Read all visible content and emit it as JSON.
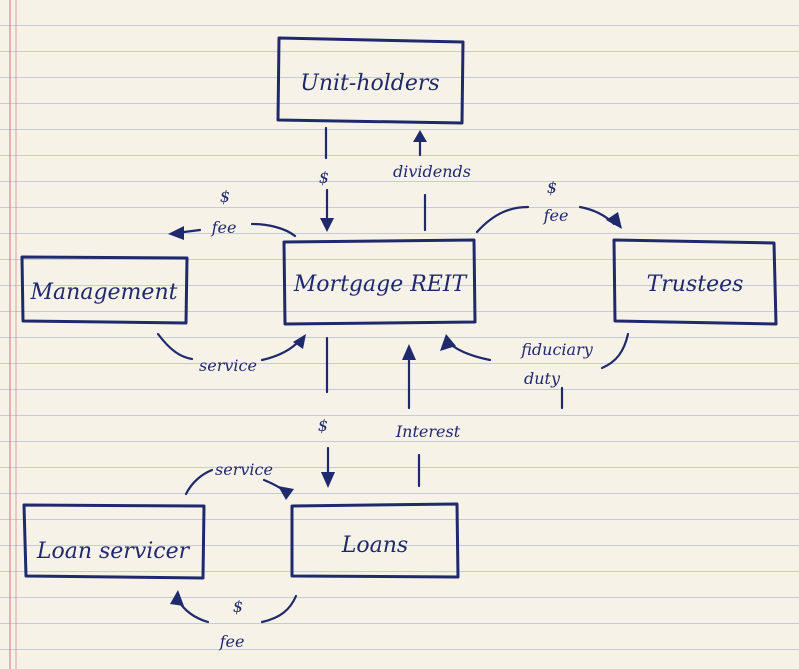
{
  "nodes": {
    "unit_holders": "Unit-holders",
    "management": "Management",
    "mortgage_reit": "Mortgage REIT",
    "trustees": "Trustees",
    "loan_servicer": "Loan servicer",
    "loans": "Loans"
  },
  "edges": {
    "holders_to_reit": "$",
    "dividends": "dividends",
    "mgmt_fee_dollar": "$",
    "mgmt_fee": "fee",
    "trustee_fee_dollar": "$",
    "trustee_fee": "fee",
    "mgmt_service": "service",
    "fiduciary_duty_1": "fiduciary",
    "fiduciary_duty_2": "duty",
    "reit_to_loans": "$",
    "interest": "Interest",
    "servicer_service": "service",
    "servicer_fee_dollar": "$",
    "servicer_fee": "fee"
  },
  "colors": {
    "ink": "#1f2a6d",
    "paper": "#f7f2e8",
    "rule_line": "#7896be",
    "margin_line": "#dc7878"
  }
}
